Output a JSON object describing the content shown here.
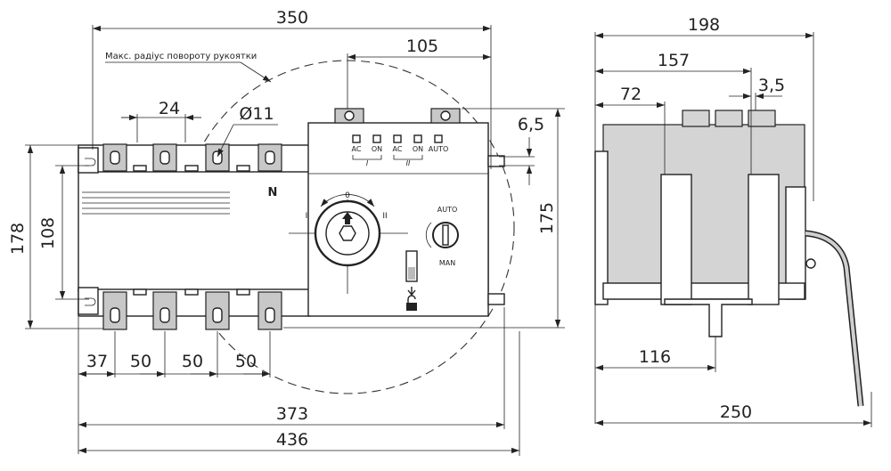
{
  "front_view": {
    "dims": {
      "width_350": "350",
      "offset_105": "105",
      "pitch_24": "24",
      "hole_11": "Ø11",
      "gap_6_5": "6,5",
      "height_178": "178",
      "height_108": "108",
      "height_175": "175",
      "spacing_37": "37",
      "spacing_50_a": "50",
      "spacing_50_b": "50",
      "spacing_50_c": "50",
      "width_373": "373",
      "width_436": "436"
    },
    "radius_note": "Макс. радіус повороту рукоятки",
    "panel": {
      "ind_ac1": "AC",
      "ind_on1": "ON",
      "ind_ac2": "AC",
      "ind_on2": "ON",
      "ind_auto": "AUTO",
      "group_1": "I",
      "group_2": "II"
    },
    "neutral": "N",
    "switch": {
      "pos_0": "0",
      "pos_1": "I",
      "pos_2": "II"
    },
    "mode": {
      "auto": "AUTO",
      "man": "MAN"
    }
  },
  "side_view": {
    "dims": {
      "depth_198": "198",
      "depth_157": "157",
      "depth_72": "72",
      "gap_3_5": "3,5",
      "depth_116": "116",
      "depth_250": "250"
    }
  }
}
